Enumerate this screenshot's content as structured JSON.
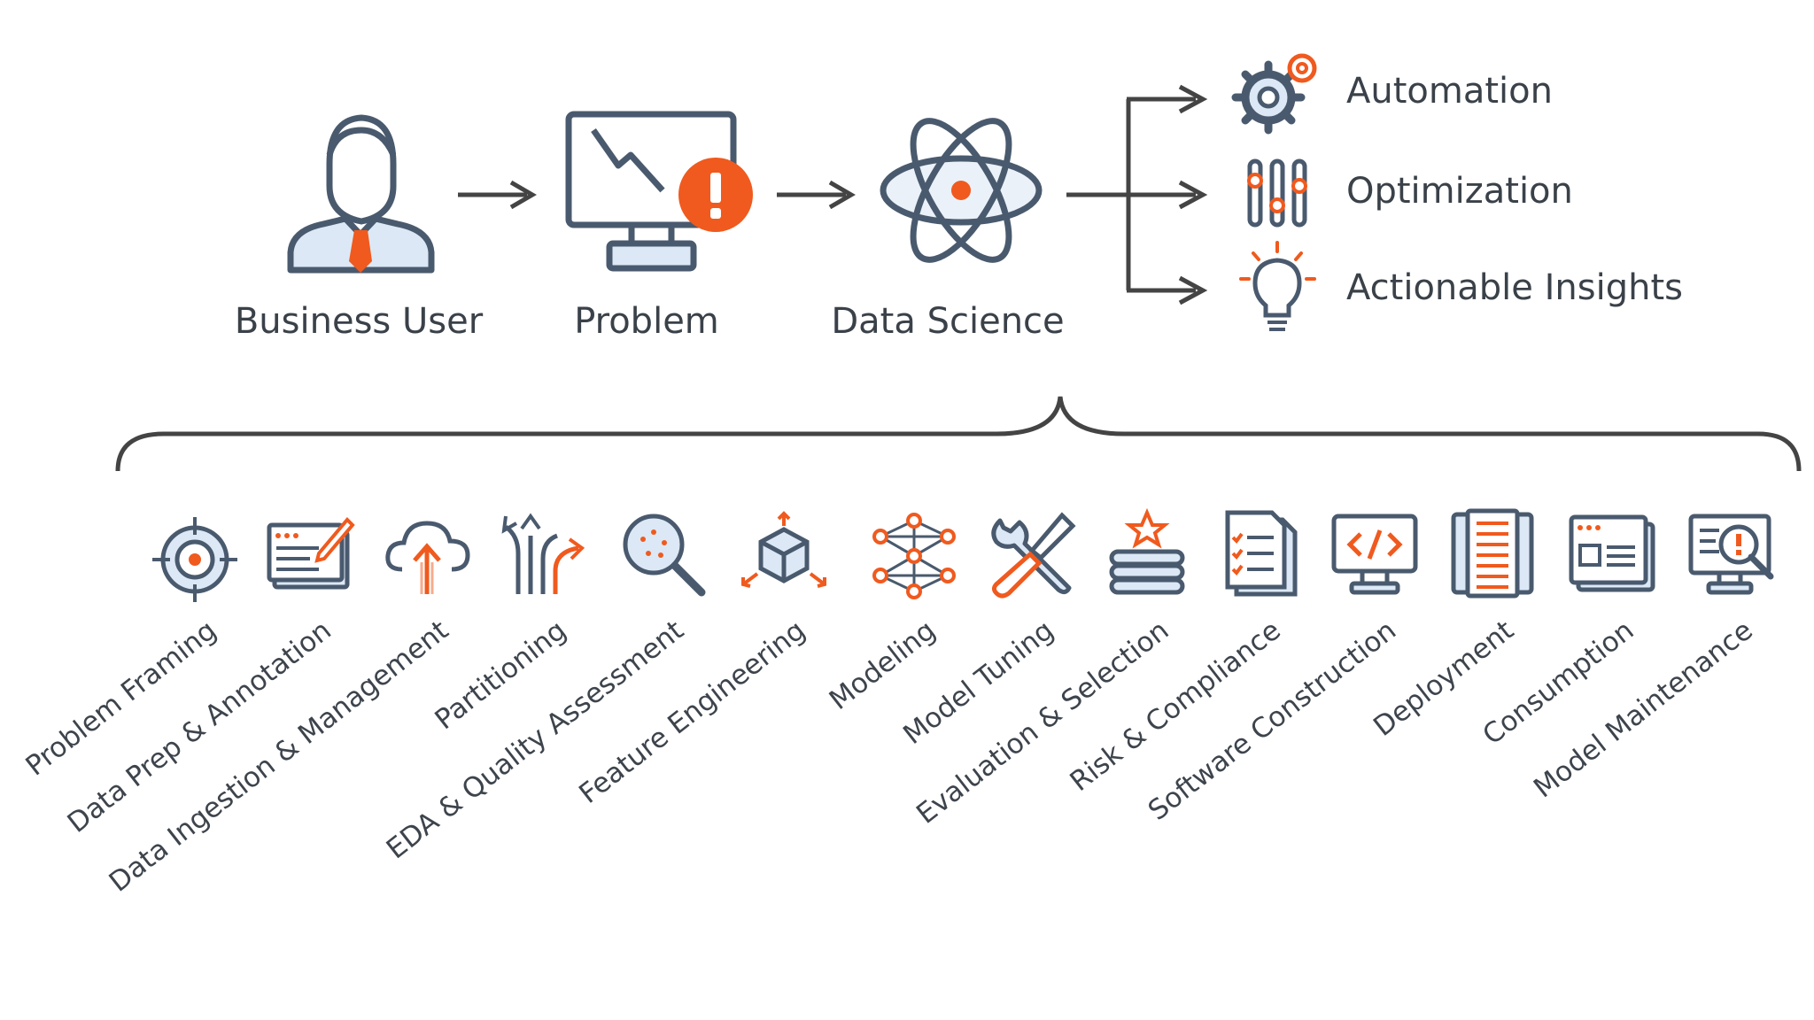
{
  "colors": {
    "stroke": "#4a5a6e",
    "accent": "#f05a1e",
    "fill_light": "#dce8f5",
    "text": "#3a4149"
  },
  "flow": [
    {
      "label": "Business User",
      "icon": "business-user-icon"
    },
    {
      "label": "Problem",
      "icon": "monitor-alert-icon"
    },
    {
      "label": "Data Science",
      "icon": "atom-icon"
    }
  ],
  "outcomes": [
    {
      "label": "Automation",
      "icon": "gears-icon"
    },
    {
      "label": "Optimization",
      "icon": "sliders-icon"
    },
    {
      "label": "Actionable Insights",
      "icon": "lightbulb-icon"
    }
  ],
  "steps": [
    {
      "label": "Problem Framing",
      "icon": "target-icon"
    },
    {
      "label": "Data Prep & Annotation",
      "icon": "annotate-icon"
    },
    {
      "label": "Data Ingestion & Management",
      "icon": "cloud-upload-icon"
    },
    {
      "label": "Partitioning",
      "icon": "split-arrows-icon"
    },
    {
      "label": "EDA & Quality Assessment",
      "icon": "magnifier-icon"
    },
    {
      "label": "Feature Engineering",
      "icon": "cube-icon"
    },
    {
      "label": "Modeling",
      "icon": "network-icon"
    },
    {
      "label": "Model Tuning",
      "icon": "wrench-screwdriver-icon"
    },
    {
      "label": "Evaluation & Selection",
      "icon": "stack-star-icon"
    },
    {
      "label": "Risk & Compliance",
      "icon": "checklist-icon"
    },
    {
      "label": "Software Construction",
      "icon": "code-monitor-icon"
    },
    {
      "label": "Deployment",
      "icon": "server-rack-icon"
    },
    {
      "label": "Consumption",
      "icon": "browser-window-icon"
    },
    {
      "label": "Model Maintenance",
      "icon": "monitor-search-icon"
    }
  ]
}
